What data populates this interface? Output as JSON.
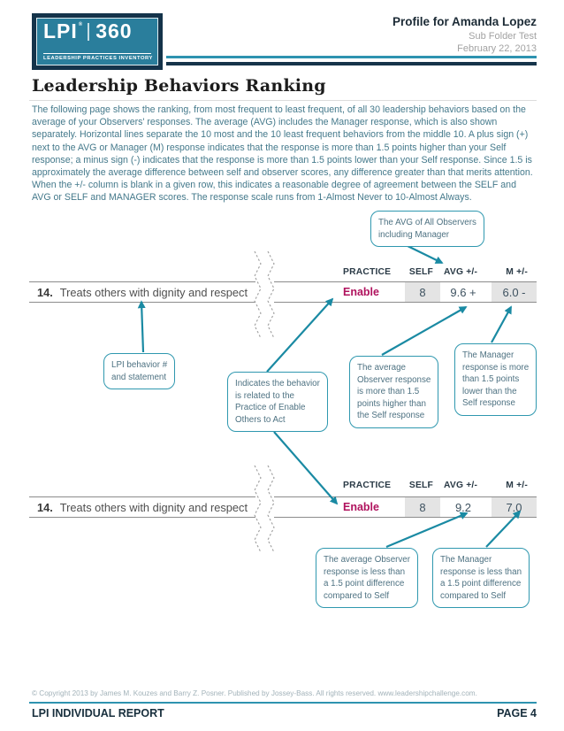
{
  "header": {
    "logo": {
      "name": "LPI",
      "reg": "®",
      "product": "360",
      "tagline": "LEADERSHIP PRACTICES INVENTORY"
    },
    "profile_title": "Profile for Amanda Lopez",
    "subtitle": "Sub Folder Test",
    "date": "February 22, 2013"
  },
  "page": {
    "title": "Leadership Behaviors Ranking",
    "intro": "The following page shows the ranking, from most frequent to least frequent, of all 30 leadership behaviors based on the average of your Observers' responses. The average (AVG) includes the Manager response, which is also shown separately. Horizontal lines separate the 10 most and the 10 least frequent behaviors from the middle 10. A plus sign (+) next to the AVG or Manager (M) response indicates that the response is more than 1.5 points higher than your Self response; a minus sign (-) indicates that the response is more than 1.5 points lower than your Self response. Since 1.5 is approximately the average difference between self and observer scores, any difference greater than that merits attention. When the +/- column is blank in a given row, this indicates a reasonable degree of agreement between the SELF and AVG or SELF and MANAGER scores. The response scale runs from 1-Almost Never to 10-Almost Always."
  },
  "table": {
    "columns": [
      "PRACTICE",
      "SELF",
      "AVG +/-",
      "M +/-"
    ],
    "examples": [
      {
        "num": "14.",
        "statement": "Treats others with dignity and respect",
        "practice": "Enable",
        "self": "8",
        "avg": "9.6 +",
        "m": "6.0 -"
      },
      {
        "num": "14.",
        "statement": "Treats others with dignity and respect",
        "practice": "Enable",
        "self": "8",
        "avg": "9.2",
        "m": "7.0"
      }
    ]
  },
  "callouts": {
    "avg_observers": "The AVG of All Observers\nincluding Manager",
    "lpi_behavior": "LPI behavior #\nand statement",
    "practice_related": "Indicates the behavior\nis related to the\nPractice of Enable\nOthers to Act",
    "observer_higher": "The average\nObserver response\nis more than 1.5\npoints higher than\nthe Self response",
    "manager_lower": "The Manager\nresponse is more\nthan 1.5 points\nlower than the\nSelf response",
    "observer_within": "The average Observer\nresponse is less than\na 1.5 point difference\ncompared to Self",
    "manager_within": "The Manager\nresponse is less than\na 1.5 point difference\ncompared to Self"
  },
  "footer": {
    "copyright": "© Copyright 2013 by James M. Kouzes and Barry Z. Posner. Published by Jossey-Bass. All rights reserved. www.leadershipchallenge.com.",
    "report_label": "LPI INDIVIDUAL REPORT",
    "page_label": "PAGE 4"
  },
  "colors": {
    "navy": "#16344a",
    "teal_accent": "#1a8aa3",
    "logo_teal": "#2a7e9c",
    "practice_magenta": "#b0135e",
    "table_line_gray": "#8c8c8c",
    "cell_gray": "#e4e4e4"
  }
}
